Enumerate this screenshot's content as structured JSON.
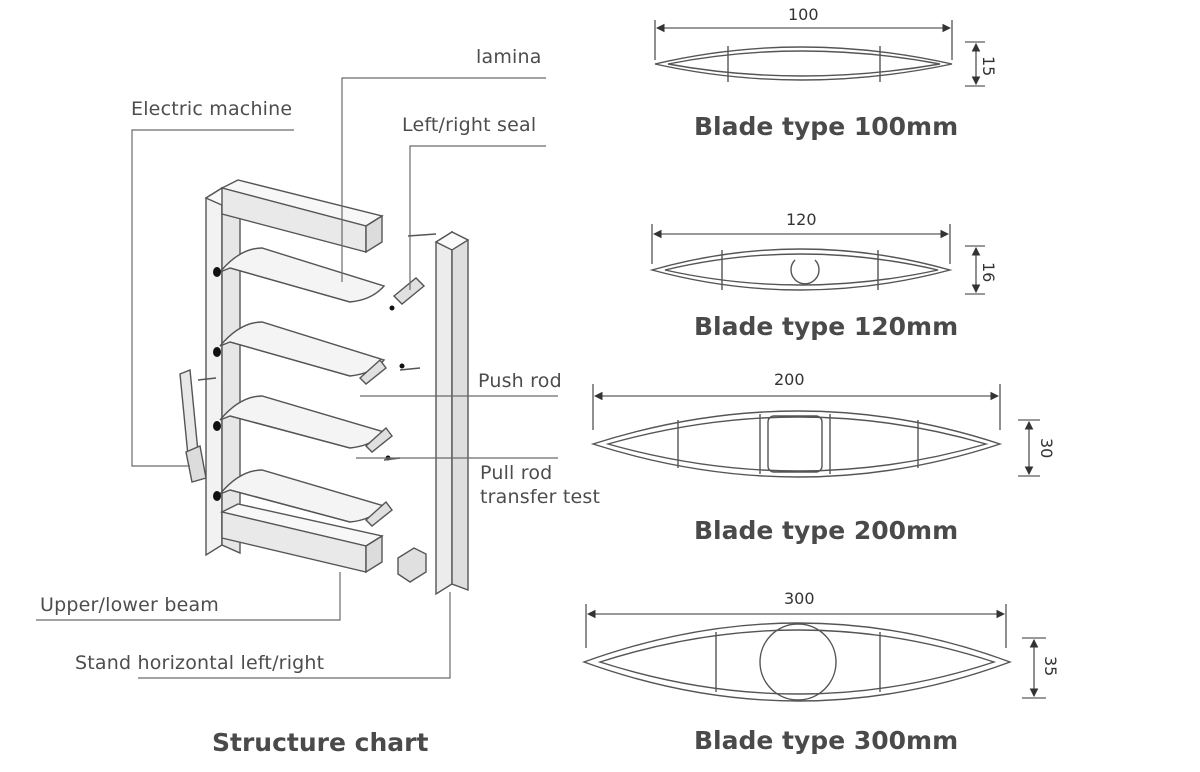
{
  "labels": {
    "lamina": "lamina",
    "electric_machine": "Electric machine",
    "left_right_seal": "Left/right seal",
    "push_rod": "Push rod",
    "pull_rod_line1": "Pull rod",
    "pull_rod_line2": "transfer test",
    "upper_lower_beam": "Upper/lower beam",
    "stand_horizontal": "Stand horizontal left/right"
  },
  "structure_caption": "Structure chart",
  "blades": [
    {
      "caption": "Blade type 100mm",
      "width": "100",
      "height": "15"
    },
    {
      "caption": "Blade type 120mm",
      "width": "120",
      "height": "16"
    },
    {
      "caption": "Blade type 200mm",
      "width": "200",
      "height": "30"
    },
    {
      "caption": "Blade type 300mm",
      "width": "300",
      "height": "35"
    }
  ],
  "colors": {
    "line": "#555555",
    "frame_fill": "#eeeeee",
    "text": "#4d4d4d"
  }
}
